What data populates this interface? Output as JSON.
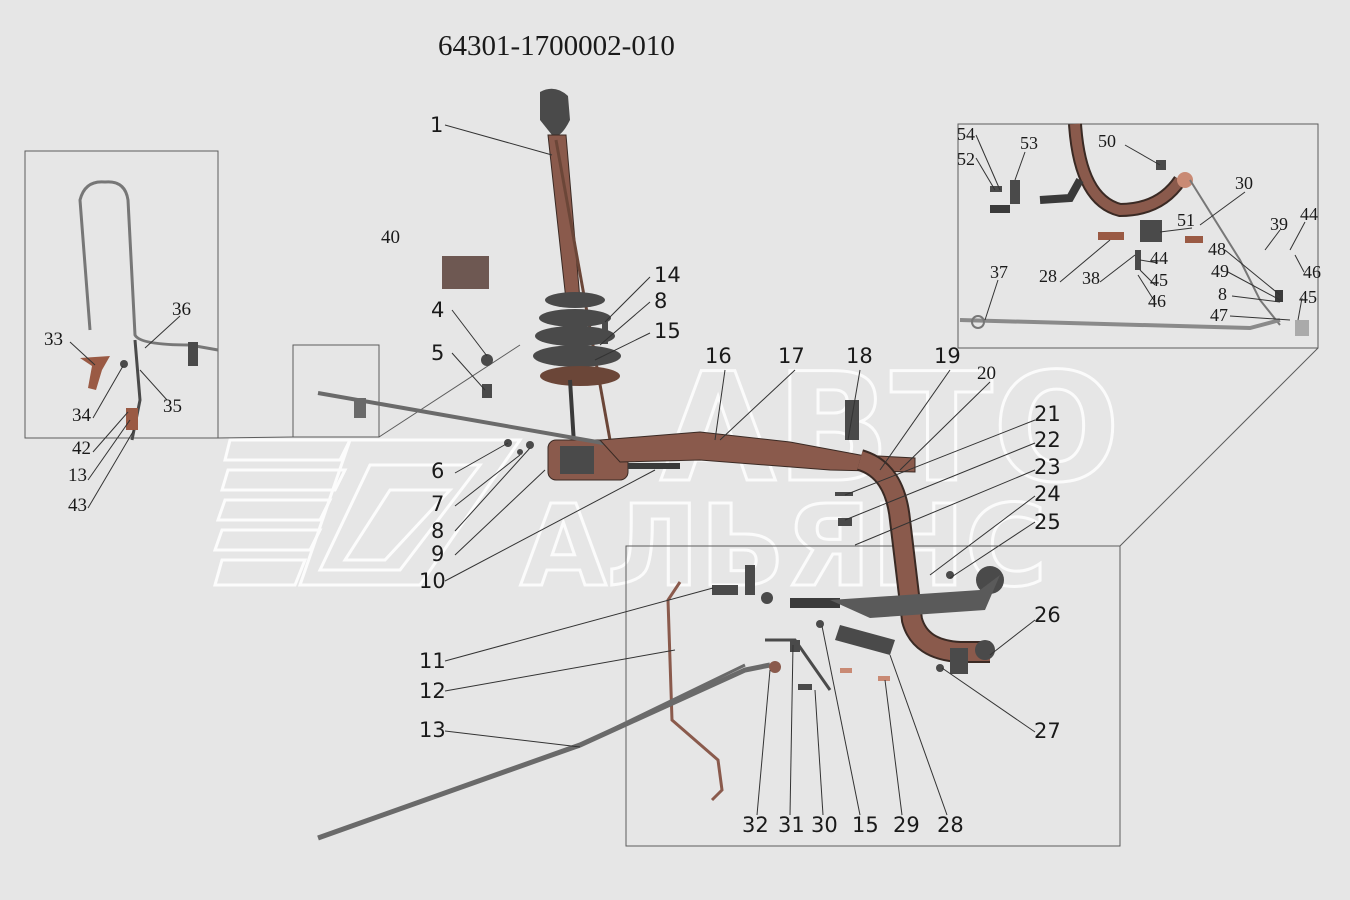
{
  "title": "64301-1700002-010",
  "watermark": {
    "line1": "АВТО",
    "line2": "АЛЬЯНС"
  },
  "colors": {
    "background": "#e6e6e6",
    "lever": "#8a5a4c",
    "box": "#5c5c5c",
    "text": "#1a1a1a",
    "watermark": "#ffffff"
  },
  "labels": [
    "1",
    "40",
    "4",
    "5",
    "14",
    "8",
    "15",
    "16",
    "17",
    "18",
    "19",
    "20",
    "21",
    "22",
    "23",
    "24",
    "25",
    "6",
    "7",
    "8",
    "9",
    "10",
    "11",
    "12",
    "13",
    "26",
    "27",
    "32",
    "31",
    "30",
    "15",
    "29",
    "28",
    "33",
    "36",
    "34",
    "35",
    "42",
    "13",
    "43",
    "54",
    "52",
    "53",
    "50",
    "30",
    "51",
    "44",
    "39",
    "48",
    "49",
    "8",
    "47",
    "46",
    "45",
    "37",
    "28",
    "38",
    "44",
    "45",
    "46"
  ]
}
